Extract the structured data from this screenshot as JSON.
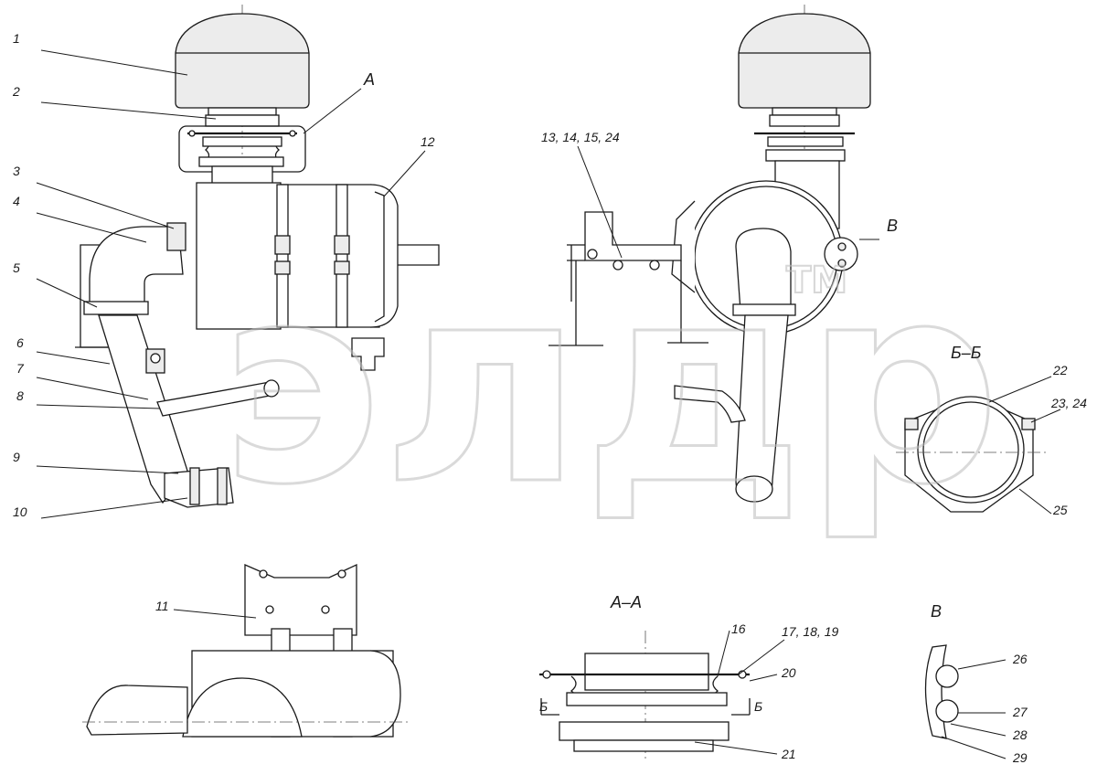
{
  "callouts": {
    "c1": "1",
    "c2": "2",
    "c3": "3",
    "c4": "4",
    "c5": "5",
    "c6": "6",
    "c7": "7",
    "c8": "8",
    "c9": "9",
    "c10": "10",
    "c11": "11",
    "c12": "12",
    "c13": "13, 14, 15, 24",
    "c16": "16",
    "c17": "17, 18, 19",
    "c20": "20",
    "c21": "21",
    "c22": "22",
    "c23": "23, 24",
    "c25": "25",
    "c26": "26",
    "c27": "27",
    "c28": "28",
    "c29": "29"
  },
  "view_labels": {
    "a_marker": "А",
    "v_marker": "В",
    "section_aa": "А–А",
    "section_bb": "Б–Б",
    "view_v": "В",
    "cut_b_left": "Б",
    "cut_b_right": "Б"
  },
  "watermark": {
    "text": "элдр",
    "tm": "TM"
  }
}
